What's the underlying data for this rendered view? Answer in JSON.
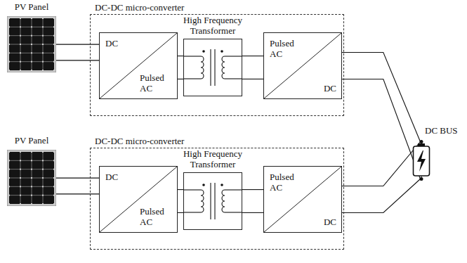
{
  "diagram": {
    "nodes": [
      {
        "text": [
          "PV Panel"
        ]
      },
      {
        "text": [
          "DC-DC micro-converter"
        ]
      },
      {
        "text": [
          "DC",
          "Pulsed AC"
        ],
        "in": 1
      },
      {
        "text": [
          "High Frequency Transformer"
        ],
        "in": 1
      },
      {
        "text": [
          "Pulsed AC",
          "DC"
        ],
        "in": 1
      },
      {
        "text": [
          "DC BUS"
        ]
      },
      {
        "text": [
          "PV Panel"
        ]
      },
      {
        "text": [
          "DC-DC micro-converter"
        ]
      },
      {
        "text": [
          "DC",
          "Pulsed AC"
        ],
        "in": 7
      },
      {
        "text": [
          "High Frequency Transformer"
        ],
        "in": 7
      },
      {
        "text": [
          "Pulsed AC",
          "DC"
        ],
        "in": 7
      }
    ],
    "edges": [
      {
        "from": 0,
        "to": 2,
        "arrow": "none"
      },
      {
        "from": 2,
        "to": 3,
        "arrow": "none"
      },
      {
        "from": 3,
        "to": 4,
        "arrow": "none"
      },
      {
        "from": 4,
        "to": 5,
        "arrow": "none"
      },
      {
        "from": 6,
        "to": 8,
        "arrow": "none"
      },
      {
        "from": 8,
        "to": 9,
        "arrow": "none"
      },
      {
        "from": 9,
        "to": 10,
        "arrow": "none"
      },
      {
        "from": 10,
        "to": 5,
        "arrow": "none"
      }
    ]
  }
}
